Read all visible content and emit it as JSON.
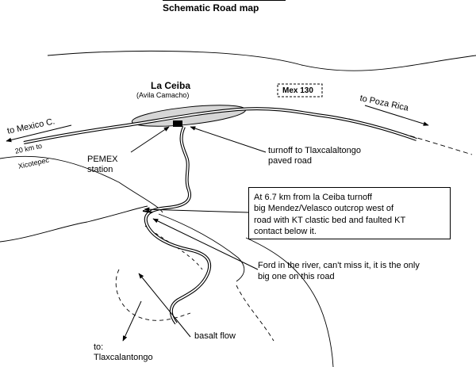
{
  "title": "Schematic Road map",
  "town": {
    "name": "La Ceiba",
    "alt_name": "(Avila Camacho)"
  },
  "highway": {
    "label": "Mex 130"
  },
  "destinations": {
    "east": "to Poza Rica",
    "west": "to Mexico C.",
    "west_note": [
      "20 km to",
      "Xicotepec"
    ],
    "south": [
      "to:",
      "Tlaxcalantongo"
    ]
  },
  "features": {
    "pemex": [
      "PEMEX",
      "station"
    ],
    "turnoff": [
      "turnoff to Tlaxcalaltongo",
      "paved road"
    ],
    "outcrop_note": [
      "At 6.7 km from la Ceiba turnoff",
      "big Mendez/Velasco outcrop west of",
      "road with KT clastic bed and faulted KT",
      "contact below it."
    ],
    "ford_note": [
      "Ford in the river, can't miss it, it is the only",
      "big one on this road"
    ],
    "basalt": "basalt flow"
  }
}
